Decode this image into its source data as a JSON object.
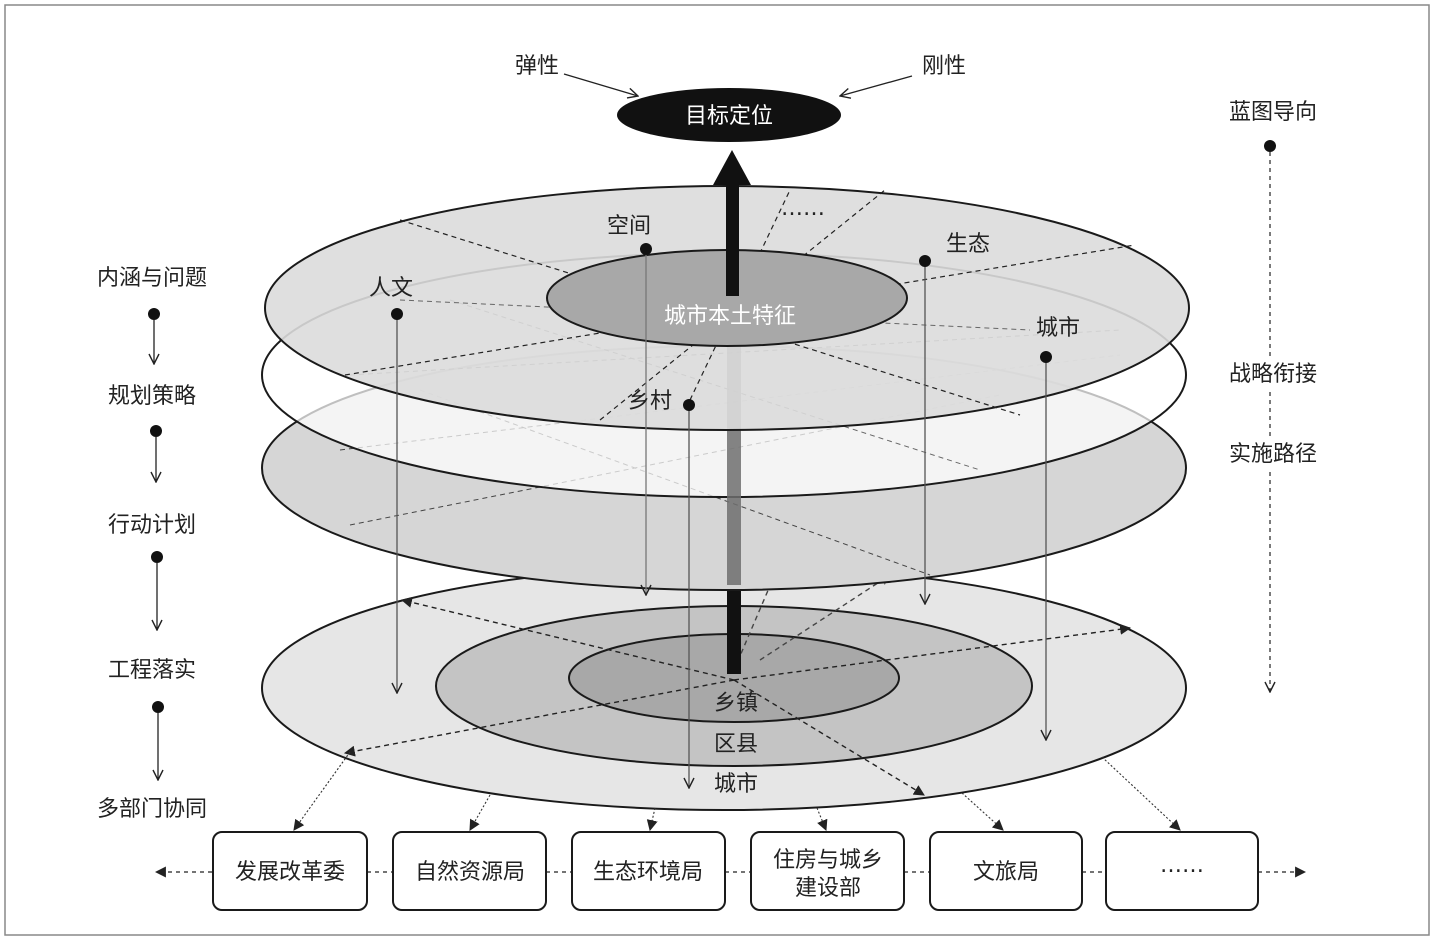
{
  "goal": {
    "label": "目标定位",
    "elastic": "弹性",
    "rigid": "刚性"
  },
  "right_axis": {
    "top": "蓝图导向",
    "middle": "战略衔接",
    "lower": "实施路径"
  },
  "left_flow": [
    "内涵与问题",
    "规划策略",
    "行动计划",
    "工程落实",
    "多部门协同"
  ],
  "top_disc": {
    "center": "城市本土特征",
    "dimensions": {
      "space": "空间",
      "ecology": "生态",
      "humanity": "人文",
      "city": "城市",
      "rural": "乡村",
      "more": "……"
    }
  },
  "bottom_disc": {
    "inner": "乡镇",
    "middle": "区县",
    "outer": "城市"
  },
  "departments": [
    "发展改革委",
    "自然资源局",
    "生态环境局",
    "住房与城乡",
    "建设部",
    "文旅局",
    "……"
  ],
  "colors": {
    "goal_fill": "#111111",
    "disc_top": "#dcdcdc",
    "disc_mid": "#ffffff",
    "disc_lower": "#d6d6d6",
    "disc_bottom": "#e6e6e6",
    "ring_mid": "#c4c4c4",
    "ring_inner": "#a8a8a8",
    "stroke": "#1a1a1a"
  }
}
